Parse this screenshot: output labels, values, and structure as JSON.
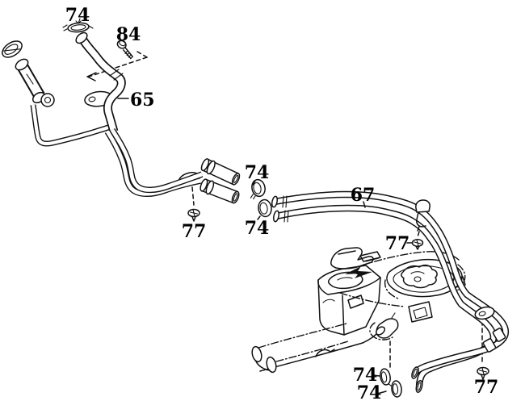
{
  "figure": {
    "kind": "exploded-parts-diagram",
    "colors": {
      "ink": "#111111",
      "paper": "#ffffff"
    },
    "icons": {
      "hose_clamp": "ring",
      "screw": "slotted-screw",
      "bolt": "threaded-bolt"
    },
    "callouts": {
      "c1": {
        "text": "74"
      },
      "c2": {
        "text": "84"
      },
      "c3": {
        "text": "65"
      },
      "c4": {
        "text": "74"
      },
      "c5": {
        "text": "77"
      },
      "c6": {
        "text": "74"
      },
      "c7": {
        "text": "67"
      },
      "c8": {
        "text": "77"
      },
      "c9": {
        "text": "74"
      },
      "c10": {
        "text": "74"
      },
      "c11": {
        "text": "77"
      }
    }
  }
}
